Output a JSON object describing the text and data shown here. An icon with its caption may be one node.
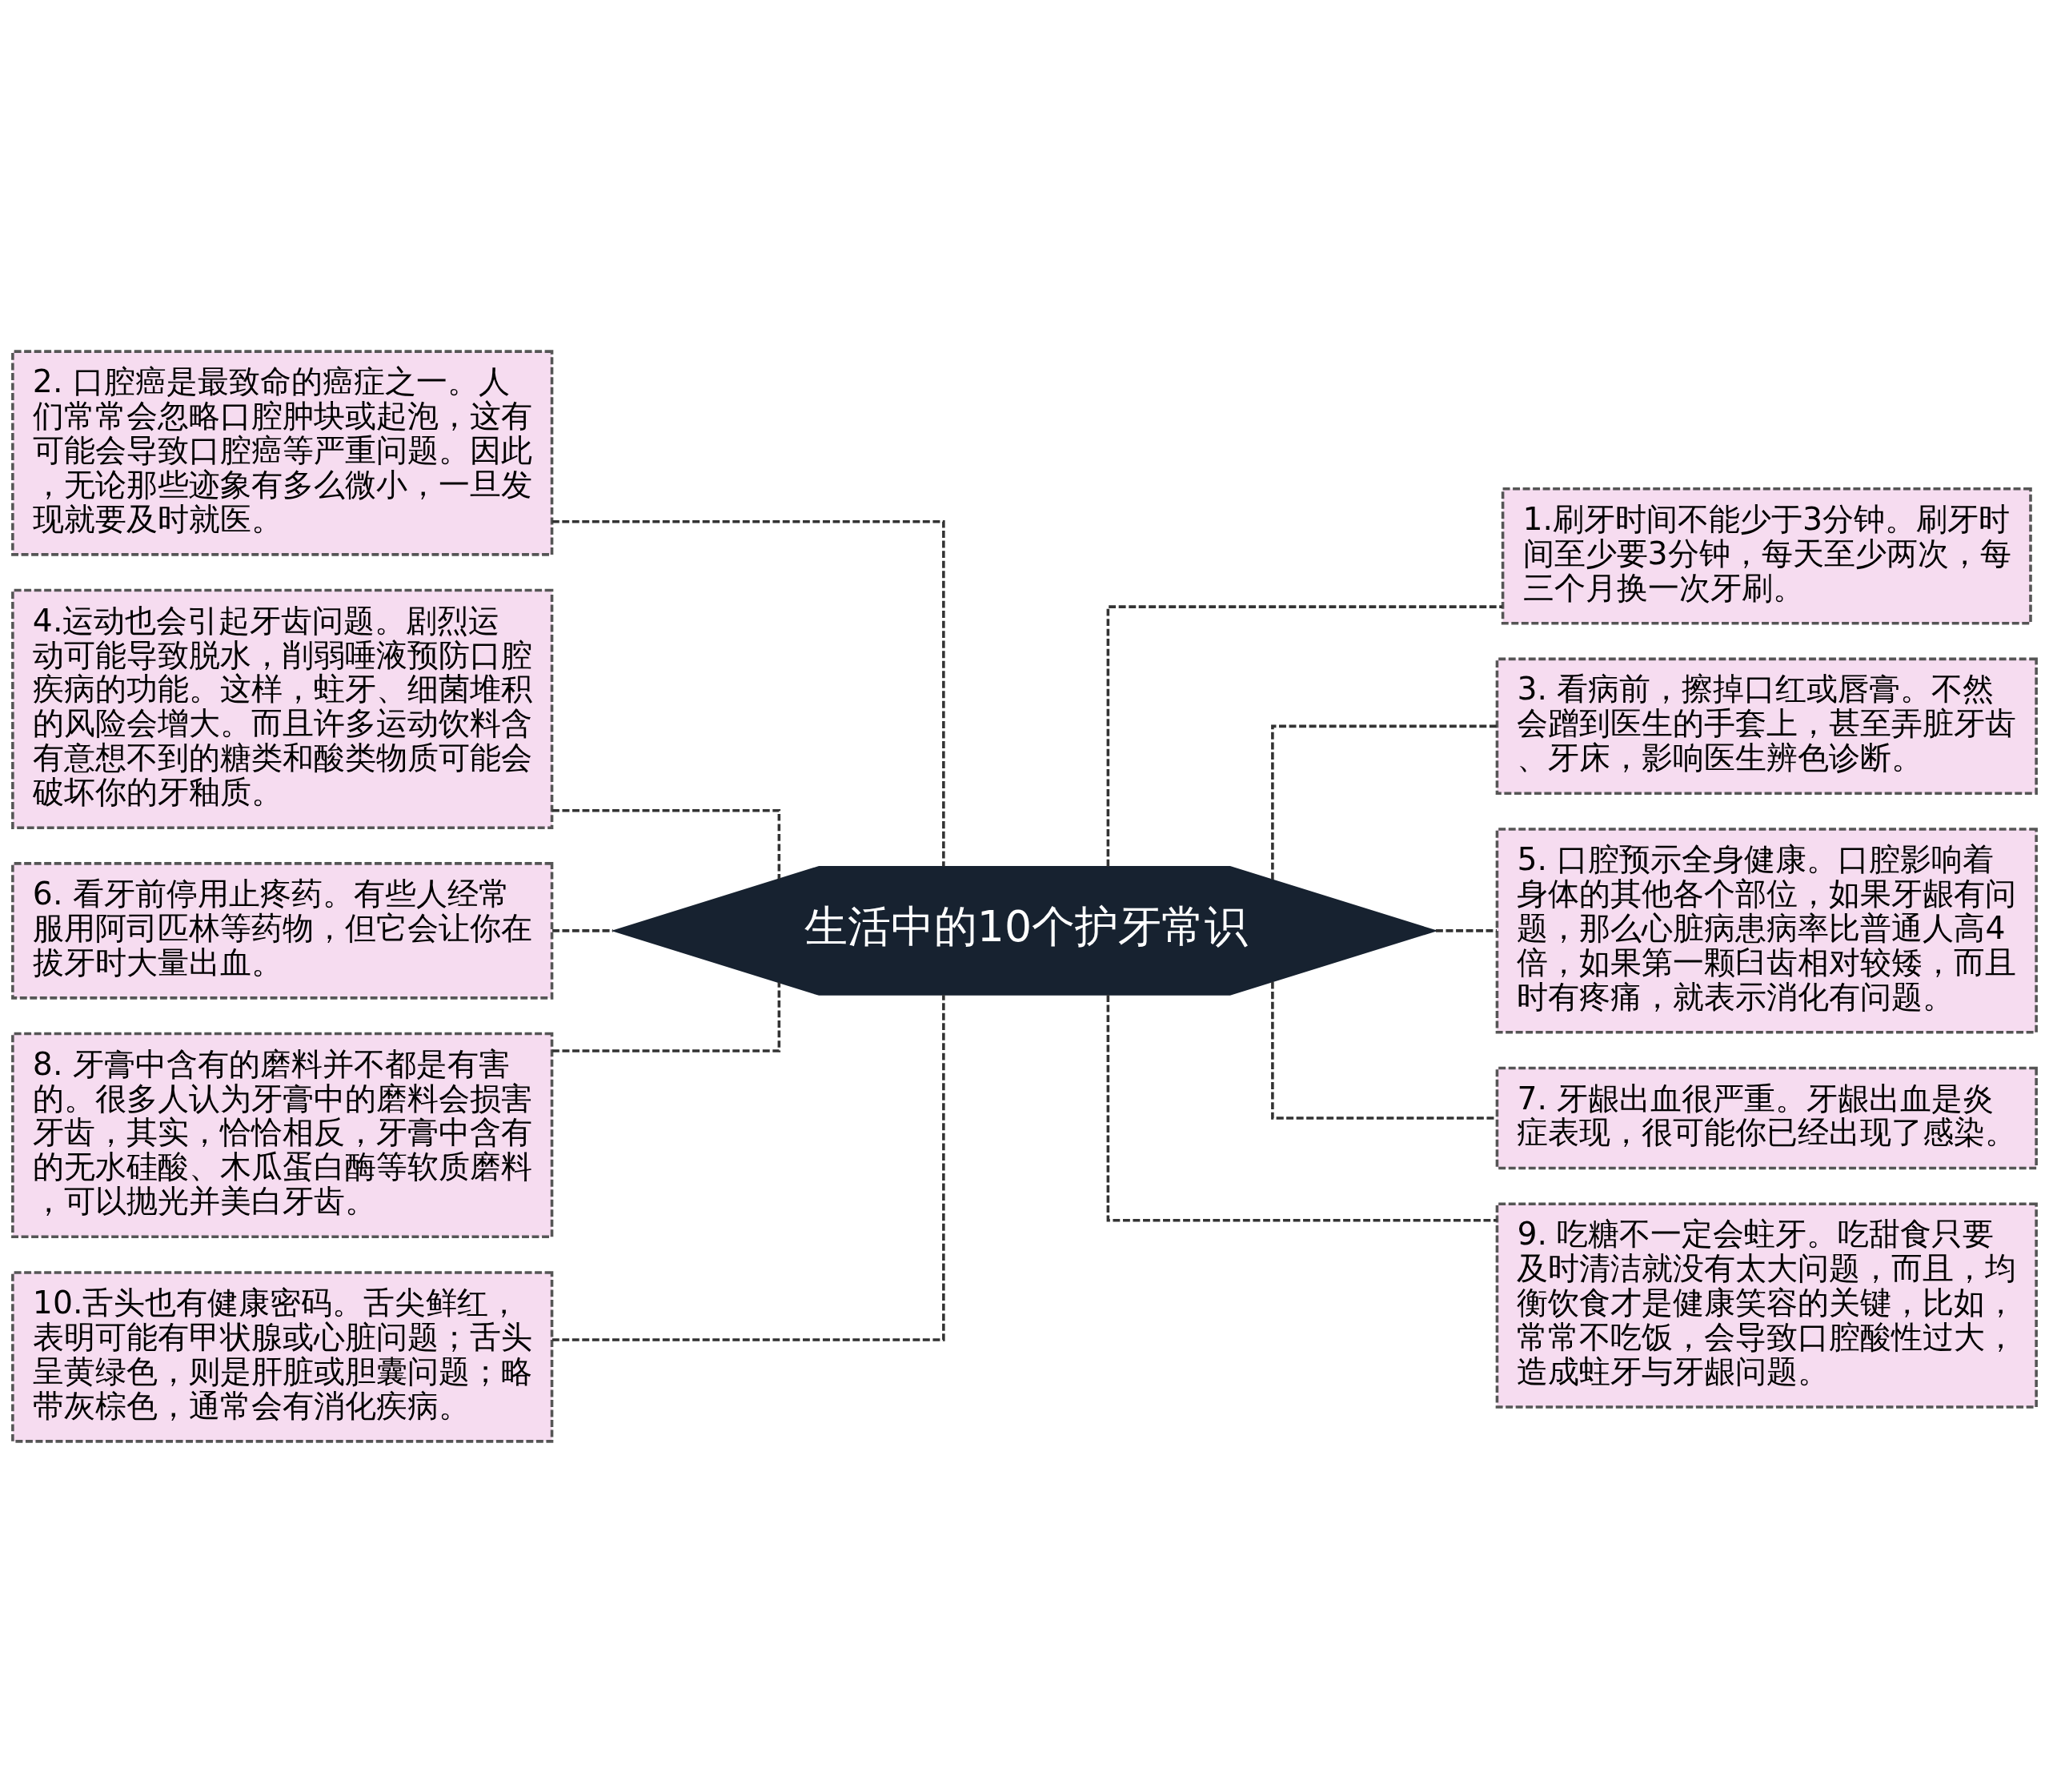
{
  "diagram": {
    "nodes": [
      {
        "text": [
          "生活中的10个护牙常识"
        ]
      },
      {
        "text": [
          "1.刷牙时间不能少于3分钟。刷牙时间至少要3分钟，每天至少两次，每三个月换一次牙刷。"
        ]
      },
      {
        "text": [
          "2. 口腔癌是最致命的癌症之一。人们常常会忽略口腔肿块或起泡，这有可能会导致口腔癌等严重问题。因此，无论那些迹象有多么微小，一旦发现就要及时就医。"
        ]
      },
      {
        "text": [
          "3. 看病前，擦掉口红或唇膏。不然会蹭到医生的手套上，甚至弄脏牙齿、牙床，影响医生辨色诊断。"
        ]
      },
      {
        "text": [
          "4.运动也会引起牙齿问题。剧烈运动可能导致脱水，削弱唾液预防口腔疾病的功能。这样，蛀牙、细菌堆积的风险会增大。而且许多运动饮料含有意想不到的糖类和酸类物质可能会破坏你的牙釉质。"
        ]
      },
      {
        "text": [
          "5. 口腔预示全身健康。口腔影响着身体的其他各个部位，如果牙龈有问题，那么心脏病患病率比普通人高4倍，如果第一颗臼齿相对较矮，而且时有疼痛，就表示消化有问题。"
        ]
      },
      {
        "text": [
          "6. 看牙前停用止疼药。有些人经常服用阿司匹林等药物，但它会让你在拔牙时大量出血。"
        ]
      },
      {
        "text": [
          "7. 牙龈出血很严重。牙龈出血是炎症表现，很可能你已经出现了感染。"
        ]
      },
      {
        "text": [
          "8. 牙膏中含有的磨料并不都是有害的。很多人认为牙膏中的磨料会损害牙齿，其实，恰恰相反，牙膏中含有的无水硅酸、木瓜蛋白酶等软质磨料，可以抛光并美白牙齿。"
        ]
      },
      {
        "text": [
          "9. 吃糖不一定会蛀牙。吃甜食只要及时清洁就没有太大问题，而且，均衡饮食才是健康笑容的关键，比如，常常不吃饭，会导致口腔酸性过大，造成蛀牙与牙龈问题。"
        ]
      },
      {
        "text": [
          "10.舌头也有健康密码。舌尖鲜红，表明可能有甲状腺或心脏问题；舌头呈黄绿色，则是肝脏或胆囊问题；略带灰棕色，通常会有消化疾病。"
        ]
      }
    ],
    "edges": [
      {
        "from": 0,
        "to": 1,
        "arrow": "none",
        "style": "dashed"
      },
      {
        "from": 0,
        "to": 2,
        "arrow": "none",
        "style": "dashed"
      },
      {
        "from": 0,
        "to": 3,
        "arrow": "none",
        "style": "dashed"
      },
      {
        "from": 0,
        "to": 4,
        "arrow": "none",
        "style": "dashed"
      },
      {
        "from": 0,
        "to": 5,
        "arrow": "none",
        "style": "dashed"
      },
      {
        "from": 0,
        "to": 6,
        "arrow": "none",
        "style": "dashed"
      },
      {
        "from": 0,
        "to": 7,
        "arrow": "none",
        "style": "dashed"
      },
      {
        "from": 0,
        "to": 8,
        "arrow": "none",
        "style": "dashed"
      },
      {
        "from": 0,
        "to": 9,
        "arrow": "none",
        "style": "dashed"
      },
      {
        "from": 0,
        "to": 10,
        "arrow": "none",
        "style": "dashed"
      }
    ]
  }
}
